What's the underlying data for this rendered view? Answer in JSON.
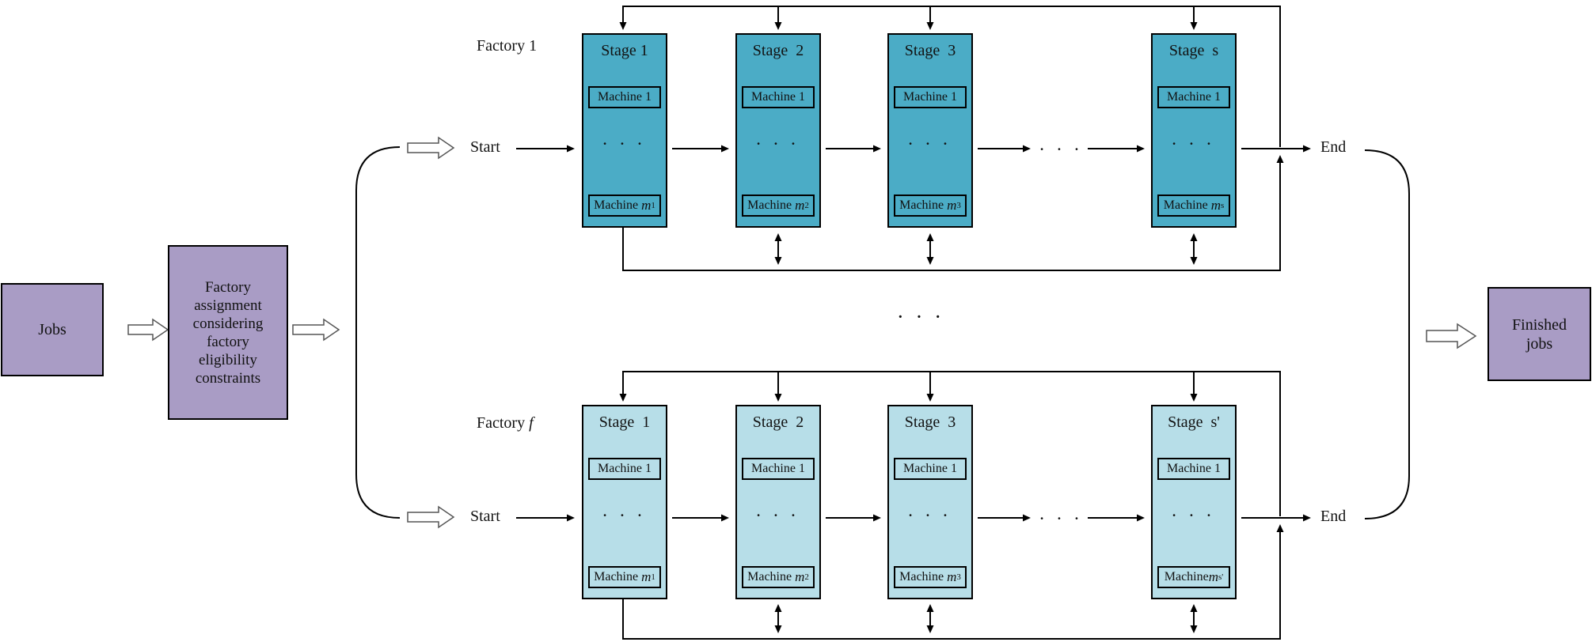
{
  "io": {
    "jobs_label": "Jobs",
    "assignment_label": "Factory assignment considering factory eligibility constraints",
    "finished_label": "Finished jobs"
  },
  "between_factories_dots": "· · ·",
  "colors": {
    "factory1_stage_fill": "#4BACC6",
    "factoryf_stage_fill": "#B7DEE8",
    "io_box_fill": "#A99CC5",
    "line_color": "#000000"
  },
  "factories": [
    {
      "name_prefix": "Factory ",
      "name_var": "1",
      "start_label": "Start",
      "end_label": "End",
      "gap_dots": "· · ·",
      "stages": [
        {
          "title": "Stage 1",
          "machine_first": "Machine 1",
          "dots": "· · ·",
          "m_prefix": "Machine ",
          "m_var": "m",
          "m_sub": "1"
        },
        {
          "title": "Stage  2",
          "machine_first": "Machine 1",
          "dots": "· · ·",
          "m_prefix": "Machine ",
          "m_var": "m",
          "m_sub": "2"
        },
        {
          "title": "Stage  3",
          "machine_first": "Machine 1",
          "dots": "· · ·",
          "m_prefix": "Machine ",
          "m_var": "m",
          "m_sub": "3"
        },
        {
          "title": "Stage  s",
          "machine_first": "Machine 1",
          "dots": "· · ·",
          "m_prefix": "Machine ",
          "m_var": "m",
          "m_sub": "s"
        }
      ]
    },
    {
      "name_prefix": "Factory ",
      "name_var": "f",
      "start_label": "Start",
      "end_label": "End",
      "gap_dots": "· · ·",
      "stages": [
        {
          "title": "Stage  1",
          "machine_first": "Machine 1",
          "dots": "· · ·",
          "m_prefix": "Machine ",
          "m_var": "m",
          "m_sub": "1"
        },
        {
          "title": "Stage  2",
          "machine_first": "Machine 1",
          "dots": "· · ·",
          "m_prefix": "Machine ",
          "m_var": "m",
          "m_sub": "2"
        },
        {
          "title": "Stage  3",
          "machine_first": "Machine 1",
          "dots": "· · ·",
          "m_prefix": "Machine ",
          "m_var": "m",
          "m_sub": "3"
        },
        {
          "title": "Stage  s'",
          "machine_first": "Machine 1",
          "dots": "· · ·",
          "m_prefix": "Machine",
          "m_var": "m",
          "m_sub": "s'"
        }
      ]
    }
  ]
}
